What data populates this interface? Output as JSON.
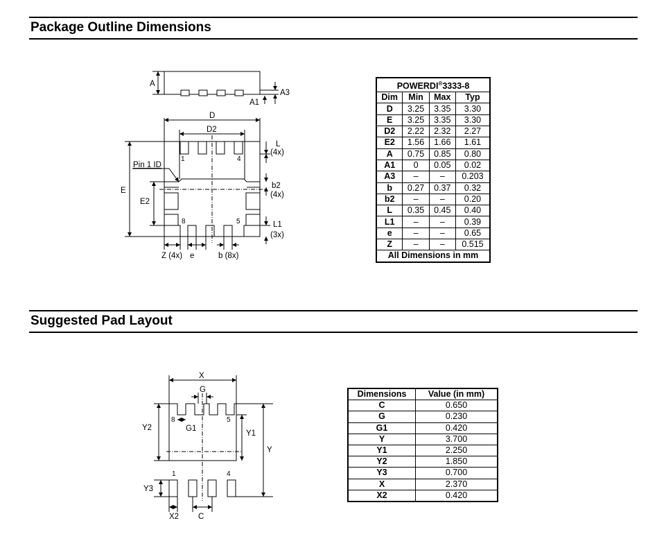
{
  "sections": {
    "outline_title": "Package Outline Dimensions",
    "pad_title": "Suggested Pad Layout"
  },
  "outline_drawing": {
    "labels": {
      "A": "A",
      "A1": "A1",
      "A3": "A3",
      "D": "D",
      "D2": "D2",
      "L": "L",
      "L_count": "(4x)",
      "pin1": "Pin 1 ID",
      "b2": "b2",
      "b2_count": "(4x)",
      "E": "E",
      "E2": "E2",
      "L1": "L1",
      "L1_count": "(3x)",
      "Z": "Z (4x)",
      "e": "e",
      "b": "b (8x)",
      "pin_1": "1",
      "pin_4": "4",
      "pin_5": "5",
      "pin_8": "8"
    }
  },
  "dim_table": {
    "title": "POWERDI",
    "title_sup": "®",
    "title_suffix": "3333-8",
    "headers": [
      "Dim",
      "Min",
      "Max",
      "Typ"
    ],
    "rows": [
      [
        "D",
        "3.25",
        "3.35",
        "3.30"
      ],
      [
        "E",
        "3.25",
        "3.35",
        "3.30"
      ],
      [
        "D2",
        "2.22",
        "2.32",
        "2.27"
      ],
      [
        "E2",
        "1.56",
        "1.66",
        "1.61"
      ],
      [
        "A",
        "0.75",
        "0.85",
        "0.80"
      ],
      [
        "A1",
        "0",
        "0.05",
        "0.02"
      ],
      [
        "A3",
        "–",
        "–",
        "0.203"
      ],
      [
        "b",
        "0.27",
        "0.37",
        "0.32"
      ],
      [
        "b2",
        "–",
        "–",
        "0.20"
      ],
      [
        "L",
        "0.35",
        "0.45",
        "0.40"
      ],
      [
        "L1",
        "–",
        "–",
        "0.39"
      ],
      [
        "e",
        "–",
        "–",
        "0.65"
      ],
      [
        "Z",
        "–",
        "–",
        "0.515"
      ]
    ],
    "footer": "All Dimensions in mm"
  },
  "pad_drawing": {
    "labels": {
      "X": "X",
      "G": "G",
      "G1": "G1",
      "Y": "Y",
      "Y1": "Y1",
      "Y2": "Y2",
      "Y3": "Y3",
      "X2": "X2",
      "C": "C",
      "pin_1": "1",
      "pin_4": "4",
      "pin_5": "5",
      "pin_8": "8"
    }
  },
  "pad_table": {
    "headers": [
      "Dimensions",
      "Value (in mm)"
    ],
    "rows": [
      [
        "C",
        "0.650"
      ],
      [
        "G",
        "0.230"
      ],
      [
        "G1",
        "0.420"
      ],
      [
        "Y",
        "3.700"
      ],
      [
        "Y1",
        "2.250"
      ],
      [
        "Y2",
        "1.850"
      ],
      [
        "Y3",
        "0.700"
      ],
      [
        "X",
        "2.370"
      ],
      [
        "X2",
        "0.420"
      ]
    ]
  }
}
